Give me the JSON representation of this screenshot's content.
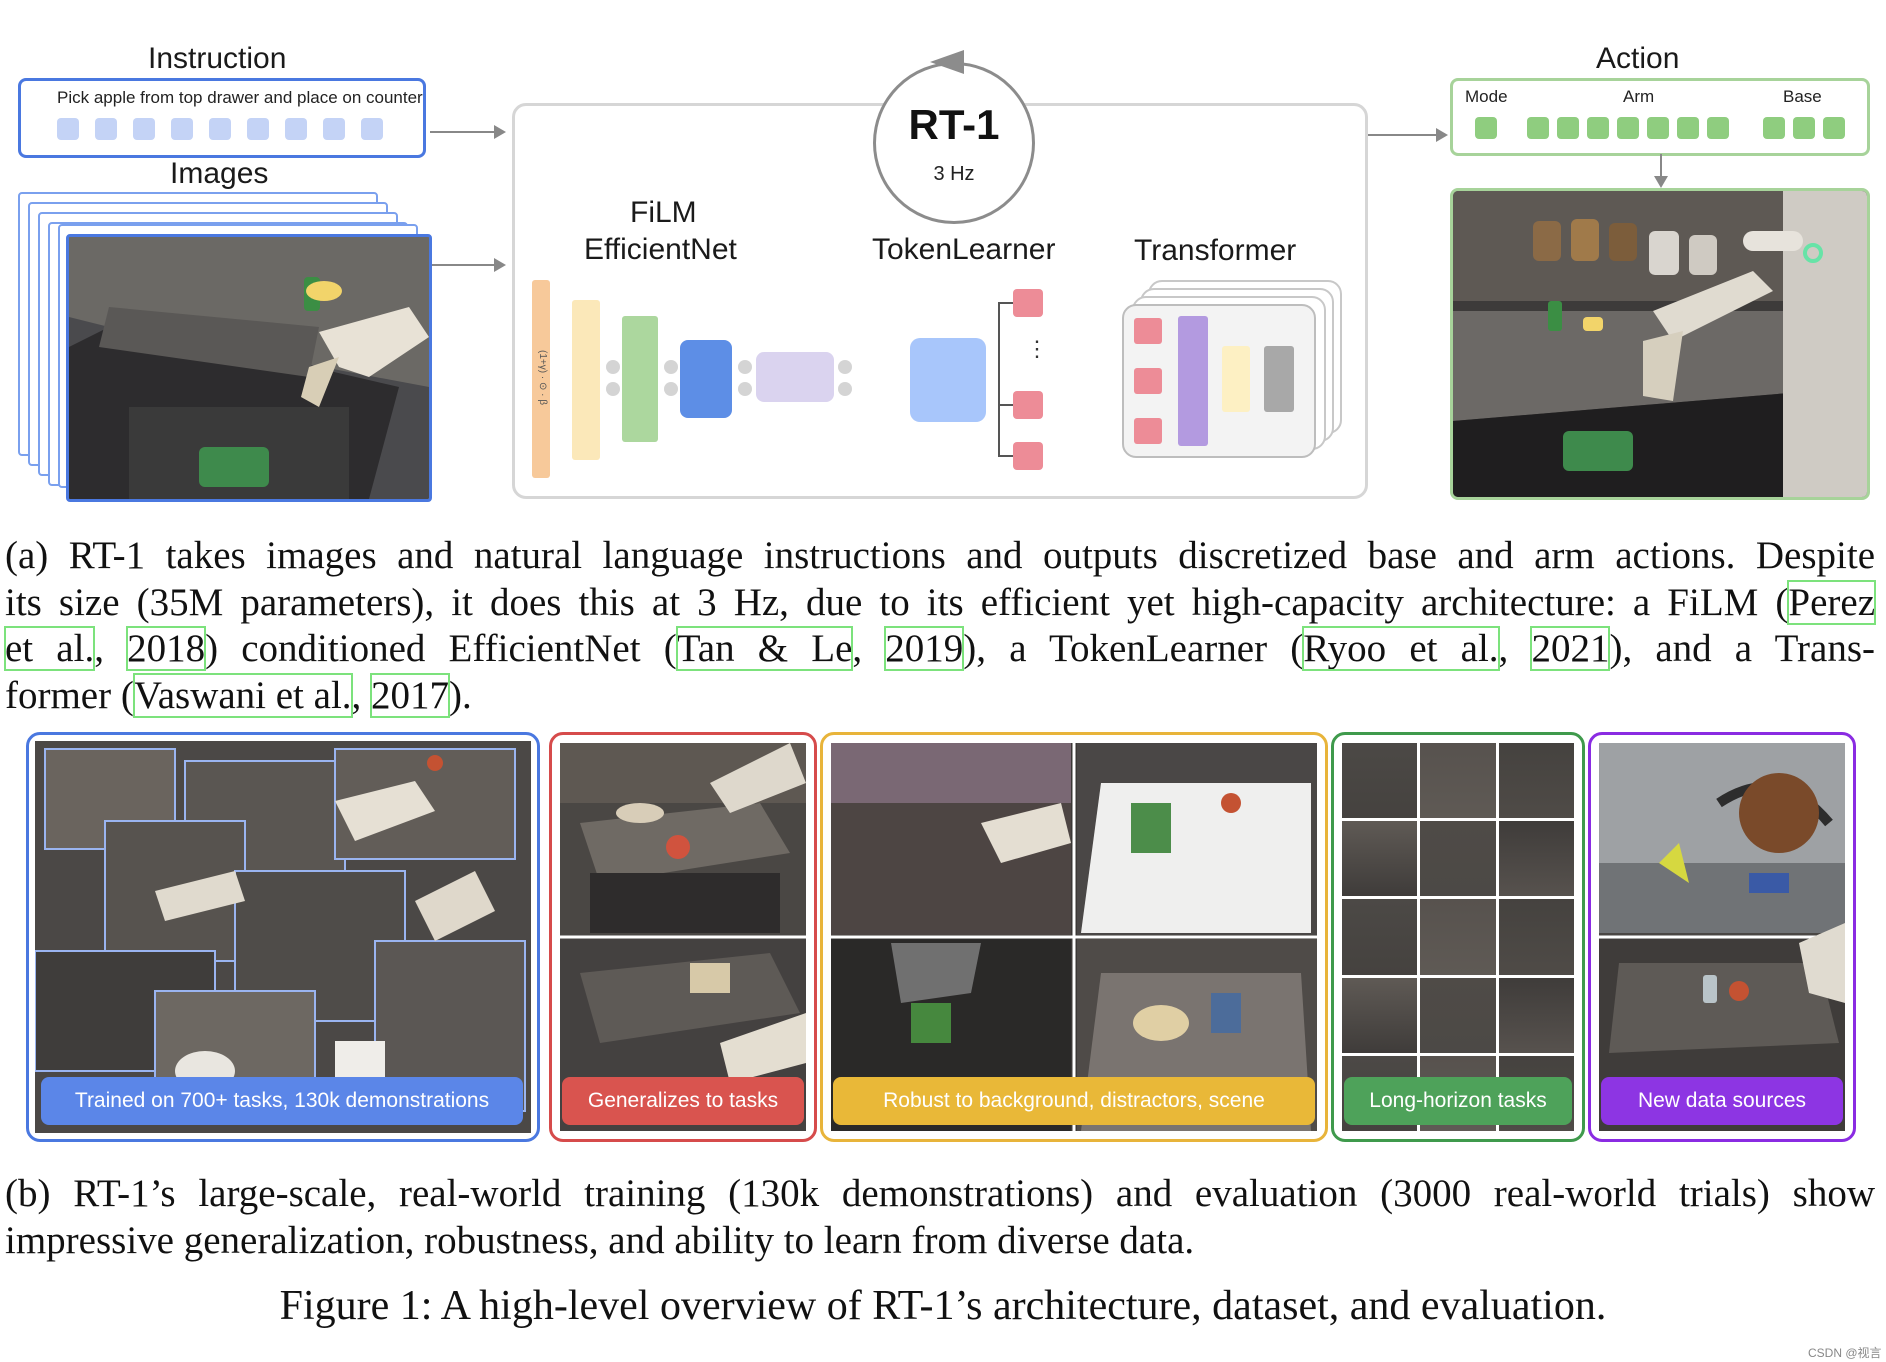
{
  "diagram": {
    "instruction_title": "Instruction",
    "instruction_text": "Pick apple from top drawer and place on counter",
    "images_title": "Images",
    "rt1_title": "RT-1",
    "rt1_rate": "3 Hz",
    "film_line1": "FiLM",
    "film_line2": "EfficientNet",
    "tokenlearner": "TokenLearner",
    "transformer": "Transformer",
    "action_title": "Action",
    "action_mode": "Mode",
    "action_arm": "Arm",
    "action_base": "Base",
    "ellipsis": "⋮",
    "colors": {
      "instruction": "#4a78e0",
      "token_blue": "#c4d3f6",
      "action_green": "#a7d39a",
      "token_green": "#8fcd7f",
      "film_orange": "#f7c99a",
      "film_yellow": "#fbe8b9",
      "film_green": "#acd79e",
      "film_blue": "#5d8ee6",
      "film_lavender": "#dad3ef",
      "tl_blue": "#a8c6fb",
      "tl_pink": "#ed8c97",
      "tf_purple": "#b39ae0",
      "tf_cream": "#fdf0c3",
      "tf_gray": "#a8a8a8"
    }
  },
  "caption_a": {
    "line1": "(a) RT-1 takes images and natural language instructions and outputs discretized base and arm actions. Despite",
    "line2_pre": "its size (35M parameters), it does this at 3 Hz, due to its efficient yet high-capacity architecture: a FiLM (",
    "cite_perez": "Perez",
    "cite_etal": "et al.",
    "cite_2018": "2018",
    "line3_mid": ") conditioned EfficientNet (",
    "cite_tan": "Tan & Le",
    "cite_2019": "2019",
    "line3_mid2": "), a TokenLearner (",
    "cite_ryoo": "Ryoo et al.",
    "cite_2021": "2021",
    "line3_end": "), and a Trans-",
    "line4_pre": "former (",
    "cite_vaswani": "Vaswani et al.",
    "cite_2017": "2017",
    "line4_end": ").",
    "sep": ", "
  },
  "panels": [
    {
      "label": "Trained on 700+ tasks, 130k demonstrations",
      "color": "#4a78e0",
      "badge": "#5b86e8"
    },
    {
      "label": "Generalizes to tasks",
      "color": "#d64b4b",
      "badge": "#d9544f"
    },
    {
      "label": "Robust to background, distractors, scene",
      "color": "#e8b43a",
      "badge": "#e9b838"
    },
    {
      "label": "Long-horizon tasks",
      "color": "#3f9a4c",
      "badge": "#4ea25a"
    },
    {
      "label": "New data sources",
      "color": "#8a2be2",
      "badge": "#8d35e3"
    }
  ],
  "caption_b": {
    "line1": "(b) RT-1’s large-scale, real-world training (130k demonstrations) and evaluation (3000 real-world trials) show",
    "line2": "impressive generalization, robustness, and ability to learn from diverse data."
  },
  "figure_title": "Figure 1: A high-level overview of RT-1’s architecture, dataset, and evaluation.",
  "watermark": "CSDN @视言"
}
